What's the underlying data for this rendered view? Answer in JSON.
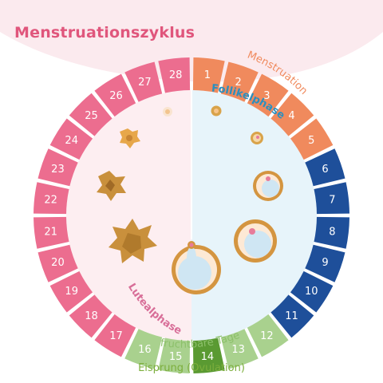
{
  "title": "Menstruationszyklus",
  "phases": {
    "menstruation": "Menstruation",
    "follicular": "Follikelphase",
    "luteal": "Lutealphase",
    "fertile": "fruchtbare Tage"
  },
  "caption": "Eisprung (Ovulation)",
  "days": [
    {
      "label": "1",
      "phase": "menstruation"
    },
    {
      "label": "2",
      "phase": "menstruation"
    },
    {
      "label": "3",
      "phase": "menstruation"
    },
    {
      "label": "4",
      "phase": "menstruation"
    },
    {
      "label": "5",
      "phase": "menstruation"
    },
    {
      "label": "6",
      "phase": "follicular"
    },
    {
      "label": "7",
      "phase": "follicular"
    },
    {
      "label": "8",
      "phase": "follicular"
    },
    {
      "label": "9",
      "phase": "follicular"
    },
    {
      "label": "10",
      "phase": "follicular"
    },
    {
      "label": "11",
      "phase": "follicular"
    },
    {
      "label": "12",
      "phase": "fertile"
    },
    {
      "label": "13",
      "phase": "fertile"
    },
    {
      "label": "14",
      "phase": "ovulation"
    },
    {
      "label": "15",
      "phase": "fertile"
    },
    {
      "label": "16",
      "phase": "fertile"
    },
    {
      "label": "17",
      "phase": "luteal"
    },
    {
      "label": "18",
      "phase": "luteal"
    },
    {
      "label": "19",
      "phase": "luteal"
    },
    {
      "label": "20",
      "phase": "luteal"
    },
    {
      "label": "21",
      "phase": "luteal"
    },
    {
      "label": "22",
      "phase": "luteal"
    },
    {
      "label": "23",
      "phase": "luteal"
    },
    {
      "label": "24",
      "phase": "luteal"
    },
    {
      "label": "25",
      "phase": "luteal"
    },
    {
      "label": "26",
      "phase": "luteal"
    },
    {
      "label": "27",
      "phase": "luteal"
    },
    {
      "label": "28",
      "phase": "luteal"
    }
  ],
  "colors": {
    "menstruation": "#f08a5d",
    "follicular": "#1e4f9a",
    "fertile": "#a9d18e",
    "ovulation": "#5a9a32",
    "luteal": "#ec6d8f",
    "title": "#e0567c",
    "follicular_label": "#2b8fbf",
    "luteal_label": "#d86e98",
    "fertile_label": "#8cc06a",
    "caption": "#7cae3c",
    "inner_left": "#fdeef1",
    "inner_right": "#e7f4fa",
    "cell_text_light": "#ffffff",
    "cell_text_dark": "#1e4f9a"
  }
}
